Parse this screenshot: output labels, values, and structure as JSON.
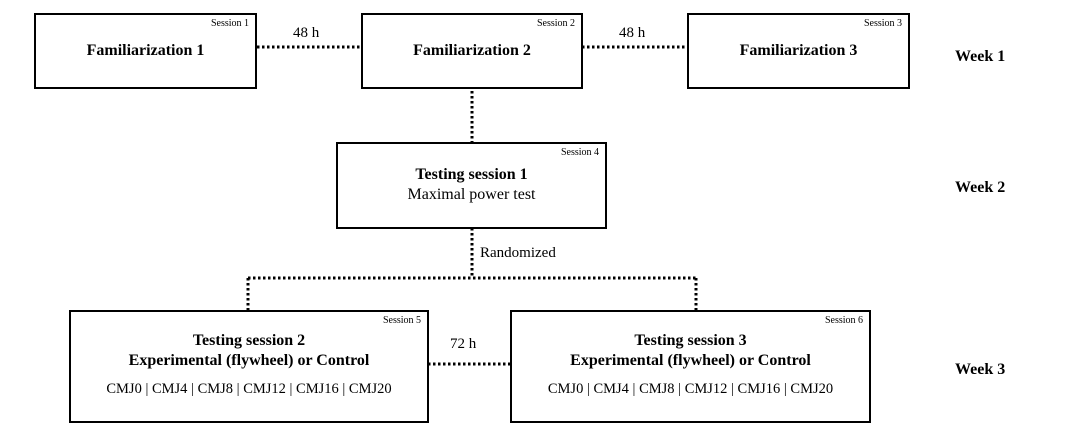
{
  "boxes": {
    "fam1": {
      "session": "Session 1",
      "title": "Familiarization 1"
    },
    "fam2": {
      "session": "Session 2",
      "title": "Familiarization 2"
    },
    "fam3": {
      "session": "Session 3",
      "title": "Familiarization 3"
    },
    "test1": {
      "session": "Session 4",
      "title": "Testing session 1",
      "subtitle": "Maximal power test"
    },
    "test2": {
      "session": "Session 5",
      "title": "Testing session 2",
      "subtitle": "Experimental (flywheel) or Control",
      "detail": "CMJ0 | CMJ4 | CMJ8 | CMJ12 | CMJ16 | CMJ20"
    },
    "test3": {
      "session": "Session 6",
      "title": "Testing session 3",
      "subtitle": "Experimental (flywheel) or Control",
      "detail": "CMJ0 | CMJ4 | CMJ8 | CMJ12 | CMJ16 | CMJ20"
    }
  },
  "connectors": {
    "gap1": "48 h",
    "gap2": "48 h",
    "gap3": "72 h",
    "randomized": "Randomized"
  },
  "weeks": [
    "Week 1",
    "Week 2",
    "Week 3"
  ],
  "colors": {
    "line": "#000000",
    "background": "#ffffff"
  }
}
